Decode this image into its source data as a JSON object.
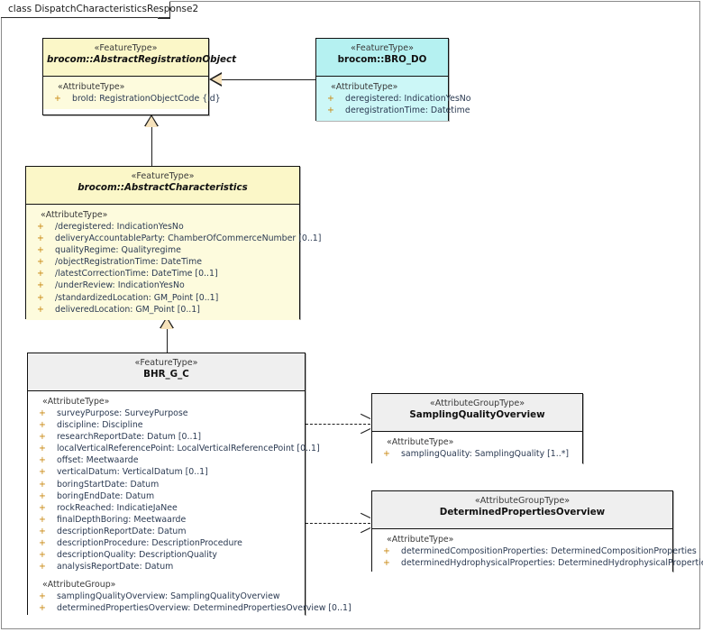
{
  "diagram": {
    "frame_title": "class DispatchCharacteristicsResponse2"
  },
  "stereotypes": {
    "feature_type": "«FeatureType»",
    "attribute_type": "«AttributeType»",
    "attribute_group": "«AttributeGroup»",
    "attribute_group_type": "«AttributeGroupType»"
  },
  "classes": {
    "abstract_registration_object": {
      "stereotype": "«FeatureType»",
      "name": "brocom::AbstractRegistrationObject",
      "section_label": "«AttributeType»",
      "attributes": [
        {
          "vis": "+",
          "text": "broId: RegistrationObjectCode {id}"
        }
      ]
    },
    "bro_do": {
      "stereotype": "«FeatureType»",
      "name": "brocom::BRO_DO",
      "section_label": "«AttributeType»",
      "attributes": [
        {
          "vis": "+",
          "text": "deregistered: IndicationYesNo"
        },
        {
          "vis": "+",
          "text": "deregistrationTime: Datetime"
        }
      ]
    },
    "abstract_characteristics": {
      "stereotype": "«FeatureType»",
      "name": "brocom::AbstractCharacteristics",
      "section_label": "«AttributeType»",
      "attributes": [
        {
          "vis": "+",
          "text": "/deregistered: IndicationYesNo"
        },
        {
          "vis": "+",
          "text": "deliveryAccountableParty: ChamberOfCommerceNumber [0..1]"
        },
        {
          "vis": "+",
          "text": "qualityRegime: Qualityregime"
        },
        {
          "vis": "+",
          "text": "/objectRegistrationTime: DateTime"
        },
        {
          "vis": "+",
          "text": "/latestCorrectionTime: DateTime [0..1]"
        },
        {
          "vis": "+",
          "text": "/underReview: IndicationYesNo"
        },
        {
          "vis": "+",
          "text": "/standardizedLocation: GM_Point [0..1]"
        },
        {
          "vis": "+",
          "text": "deliveredLocation: GM_Point [0..1]"
        }
      ]
    },
    "bhr_g_c": {
      "stereotype": "«FeatureType»",
      "name": "BHR_G_C",
      "section_label": "«AttributeType»",
      "attributes": [
        {
          "vis": "+",
          "text": "surveyPurpose: SurveyPurpose"
        },
        {
          "vis": "+",
          "text": "discipline: Discipline"
        },
        {
          "vis": "+",
          "text": "researchReportDate: Datum [0..1]"
        },
        {
          "vis": "+",
          "text": "localVerticalReferencePoint: LocalVerticalReferencePoint [0..1]"
        },
        {
          "vis": "+",
          "text": "offset: Meetwaarde"
        },
        {
          "vis": "+",
          "text": "verticalDatum: VerticalDatum [0..1]"
        },
        {
          "vis": "+",
          "text": "boringStartDate: Datum"
        },
        {
          "vis": "+",
          "text": "boringEndDate: Datum"
        },
        {
          "vis": "+",
          "text": "rockReached: IndicatieJaNee"
        },
        {
          "vis": "+",
          "text": "finalDepthBoring: Meetwaarde"
        },
        {
          "vis": "+",
          "text": "descriptionReportDate: Datum"
        },
        {
          "vis": "+",
          "text": "descriptionProcedure: DescriptionProcedure"
        },
        {
          "vis": "+",
          "text": "descriptionQuality: DescriptionQuality"
        },
        {
          "vis": "+",
          "text": "analysisReportDate: Datum"
        }
      ],
      "section_label_2": "«AttributeGroup»",
      "attributes_2": [
        {
          "vis": "+",
          "text": "samplingQualityOverview: SamplingQualityOverview"
        },
        {
          "vis": "+",
          "text": "determinedPropertiesOverview: DeterminedPropertiesOverview [0..1]"
        }
      ]
    },
    "sampling_quality_overview": {
      "stereotype": "«AttributeGroupType»",
      "name": "SamplingQualityOverview",
      "section_label": "«AttributeType»",
      "attributes": [
        {
          "vis": "+",
          "text": "samplingQuality: SamplingQuality [1..*]"
        }
      ]
    },
    "determined_properties_overview": {
      "stereotype": "«AttributeGroupType»",
      "name": "DeterminedPropertiesOverview",
      "section_label": "«AttributeType»",
      "attributes": [
        {
          "vis": "+",
          "text": "determinedCompositionProperties: DeterminedCompositionProperties"
        },
        {
          "vis": "+",
          "text": "determinedHydrophysicalProperties: DeterminedHydrophysicalProperties"
        }
      ]
    }
  },
  "connectors": [
    {
      "kind": "generalization",
      "from": "brocom::BRO_DO",
      "to": "brocom::AbstractRegistrationObject"
    },
    {
      "kind": "generalization",
      "from": "brocom::AbstractCharacteristics",
      "to": "brocom::AbstractRegistrationObject"
    },
    {
      "kind": "generalization",
      "from": "BHR_G_C",
      "to": "brocom::AbstractCharacteristics"
    },
    {
      "kind": "dependency",
      "from": "BHR_G_C",
      "to": "SamplingQualityOverview"
    },
    {
      "kind": "dependency",
      "from": "BHR_G_C",
      "to": "DeterminedPropertiesOverview"
    }
  ],
  "colors": {
    "feature_type_fill": "#fdfbdd",
    "feature_type_header": "#fbf7c8",
    "bro_do_fill": "#ccf7f7",
    "bro_do_header": "#b5f1f1",
    "group_type_header": "#efefef",
    "group_type_fill": "#ffffff",
    "border": "#111111",
    "attribute_text": "#2b3a52",
    "visibility_marker": "#c8860d"
  }
}
